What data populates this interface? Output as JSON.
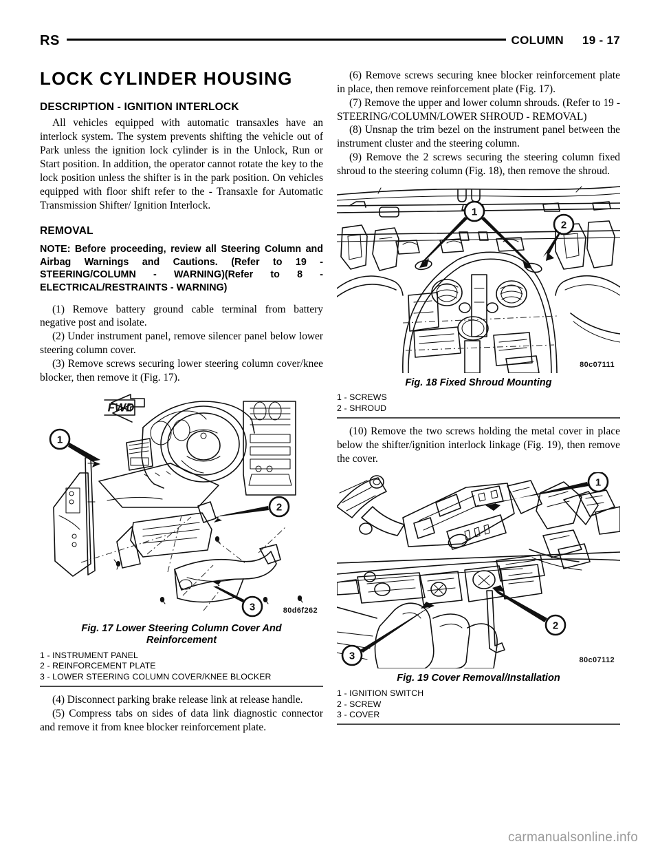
{
  "header": {
    "left_code": "RS",
    "section_title": "COLUMN",
    "page_number": "19 - 17"
  },
  "left_column": {
    "title": "LOCK CYLINDER HOUSING",
    "description_heading": "DESCRIPTION - IGNITION INTERLOCK",
    "description_body": "All vehicles equipped with automatic transaxles have an interlock system. The system prevents shifting the vehicle out of Park unless the ignition lock cylinder is in the Unlock, Run or Start position. In addition, the operator cannot rotate the key to the lock position unless the shifter is in the park position. On vehicles equipped with floor shift refer to the - Transaxle for Automatic Transmission Shifter/ Ignition Interlock.",
    "removal_heading": "REMOVAL",
    "note": "NOTE: Before proceeding, review all Steering Column and Airbag Warnings and Cautions. (Refer to 19 - STEERING/COLUMN - WARNING)(Refer to 8 - ELECTRICAL/RESTRAINTS - WARNING)",
    "step_1": "(1) Remove battery ground cable terminal from battery negative post and isolate.",
    "step_2": "(2) Under instrument panel, remove silencer panel below lower steering column cover.",
    "step_3": "(3) Remove screws securing lower steering column cover/knee blocker, then remove it (Fig. 17).",
    "step_4": "(4) Disconnect parking brake release link at release handle.",
    "step_5": "(5) Compress tabs on sides of data link diagnostic connector and remove it from knee blocker reinforcement plate."
  },
  "right_column": {
    "step_6": "(6) Remove screws securing knee blocker reinforcement plate in place, then remove reinforcement plate (Fig. 17).",
    "step_7": "(7) Remove the upper and lower column shrouds. (Refer to 19 - STEERING/COLUMN/LOWER SHROUD - REMOVAL)",
    "step_8": "(8) Unsnap the trim bezel on the instrument panel between the instrument cluster and the steering column.",
    "step_9": "(9) Remove the 2 screws securing the steering column fixed shroud to the steering column (Fig. 18), then remove the shroud.",
    "step_10": "(10) Remove the two screws holding the metal cover in place below the shifter/ignition interlock linkage (Fig. 19), then remove the cover."
  },
  "figures": {
    "fig17": {
      "caption_line1": "Fig. 17 Lower Steering Column Cover And",
      "caption_line2": "Reinforcement",
      "drawing_code": "80d6f262",
      "direction_label": "FWD",
      "callouts": [
        "1",
        "2",
        "3"
      ],
      "legend": [
        "1 - INSTRUMENT PANEL",
        "2 - REINFORCEMENT PLATE",
        "3 - LOWER STEERING COLUMN COVER/KNEE BLOCKER"
      ]
    },
    "fig18": {
      "caption": "Fig. 18 Fixed Shroud Mounting",
      "drawing_code": "80c07111",
      "callouts": [
        "1",
        "2"
      ],
      "legend": [
        "1 - SCREWS",
        "2 - SHROUD"
      ]
    },
    "fig19": {
      "caption": "Fig. 19 Cover Removal/Installation",
      "drawing_code": "80c07112",
      "callouts": [
        "1",
        "2",
        "3"
      ],
      "legend": [
        "1 - IGNITION SWITCH",
        "2 - SCREW",
        "3 - COVER"
      ]
    }
  },
  "watermark": "carmanualsonline.info"
}
